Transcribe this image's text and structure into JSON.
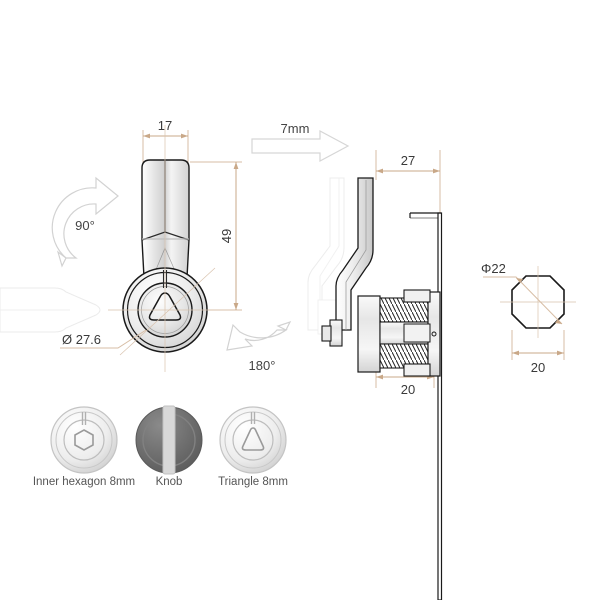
{
  "drawing": {
    "title": "Cam lock technical drawing",
    "background_color": "#ffffff",
    "line_color": "#1a1a1a",
    "dimension_line_color": "#c9a888",
    "ghost_line_color": "#dcdcdc"
  },
  "dimensions": {
    "cam_width": "17",
    "cam_height": "49",
    "face_diameter": "Ø 27.6",
    "travel": "7mm",
    "rotation_90": "90°",
    "rotation_180": "180°",
    "body_length": "27",
    "thread_length": "20",
    "octagon_diameter": "Φ22",
    "octagon_width": "20"
  },
  "variants": [
    {
      "label": "Inner hexagon 8mm",
      "type": "hexagon-socket",
      "color": "#d8d8d8"
    },
    {
      "label": "Knob",
      "type": "knob",
      "color": "#6e6e6e"
    },
    {
      "label": "Triangle 8mm",
      "type": "triangle-socket",
      "color": "#d8d8d8"
    }
  ]
}
